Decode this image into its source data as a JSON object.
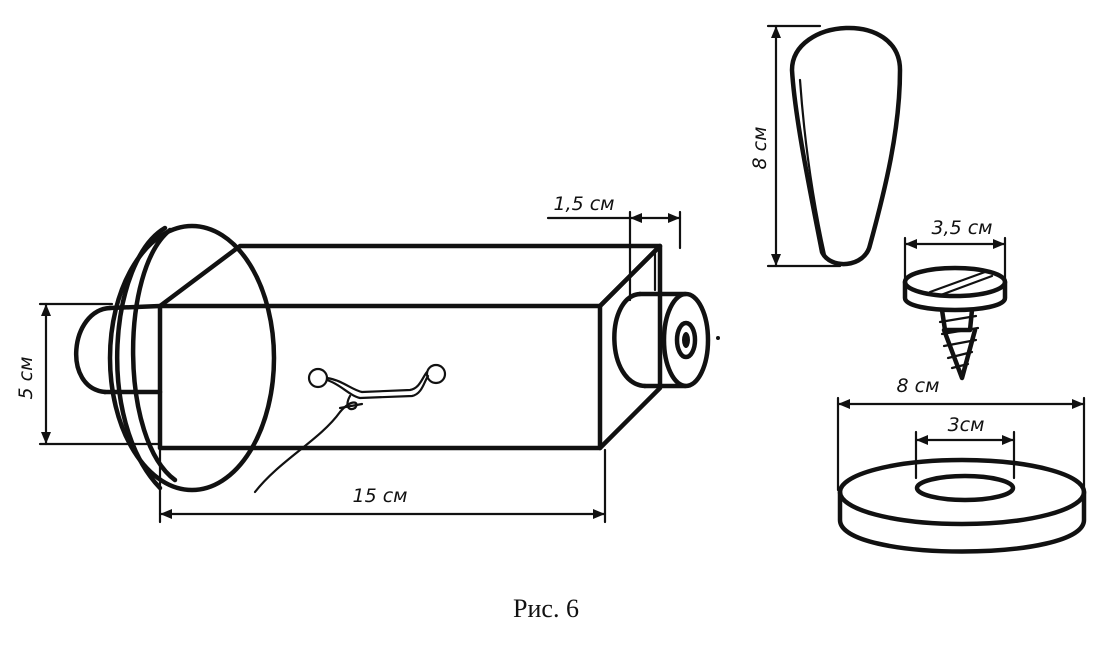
{
  "caption": "Рис. 6",
  "dimensions": {
    "tube_length": "15 см",
    "tube_height": "5 см",
    "end_piece": "1,5 см",
    "handle_length": "8 см",
    "screw_head": "3,5 см",
    "washer_outer": "8 см",
    "washer_inner": "3см"
  }
}
